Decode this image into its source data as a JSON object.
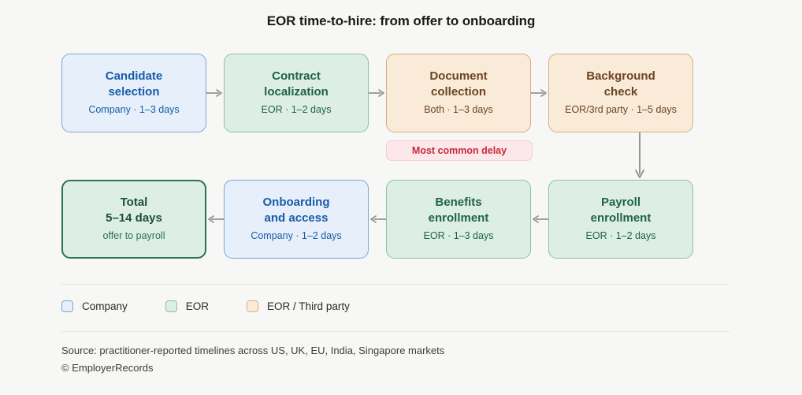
{
  "title": "EOR time-to-hire: from offer to onboarding",
  "colors": {
    "background": "#f7f7f5",
    "company_fill": "#e6effa",
    "company_border": "#7ba6d8",
    "company_text": "#1a5ca8",
    "eor_fill": "#ddeee6",
    "eor_border": "#8cbfa8",
    "eor_text": "#1d6347",
    "third_fill": "#faebd9",
    "third_border": "#d6ae80",
    "third_text": "#6b4423",
    "total_border": "#2e7058",
    "badge_fill": "#fce8ea",
    "badge_text": "#c72b3b",
    "arrow": "#8a8a8a"
  },
  "flow": {
    "row1": [
      {
        "title": "Candidate\nselection",
        "meta": "Company · 1–3 days",
        "variant": "company"
      },
      {
        "title": "Contract\nlocalization",
        "meta": "EOR · 1–2 days",
        "variant": "eor"
      },
      {
        "title": "Document\ncollection",
        "meta": "Both · 1–3 days",
        "variant": "third"
      },
      {
        "title": "Background\ncheck",
        "meta": "EOR/3rd party · 1–5 days",
        "variant": "third"
      }
    ],
    "row2": [
      {
        "title": "Total\n5–14 days",
        "meta": "offer to payroll",
        "variant": "total"
      },
      {
        "title": "Onboarding\nand access",
        "meta": "Company · 1–2 days",
        "variant": "company"
      },
      {
        "title": "Benefits\nenrollment",
        "meta": "EOR · 1–3 days",
        "variant": "eor"
      },
      {
        "title": "Payroll\nenrollment",
        "meta": "EOR · 1–2 days",
        "variant": "eor"
      }
    ]
  },
  "badge": {
    "label": "Most common delay"
  },
  "legend": [
    {
      "label": "Company",
      "fill": "#e6effa",
      "border": "#7ba6d8"
    },
    {
      "label": "EOR",
      "fill": "#ddeee6",
      "border": "#8cbfa8"
    },
    {
      "label": "EOR / Third party",
      "fill": "#faebd9",
      "border": "#d6ae80"
    }
  ],
  "footer": {
    "source": "Source: practitioner-reported timelines across US, UK, EU, India, Singapore markets",
    "copyright": "© EmployerRecords"
  }
}
